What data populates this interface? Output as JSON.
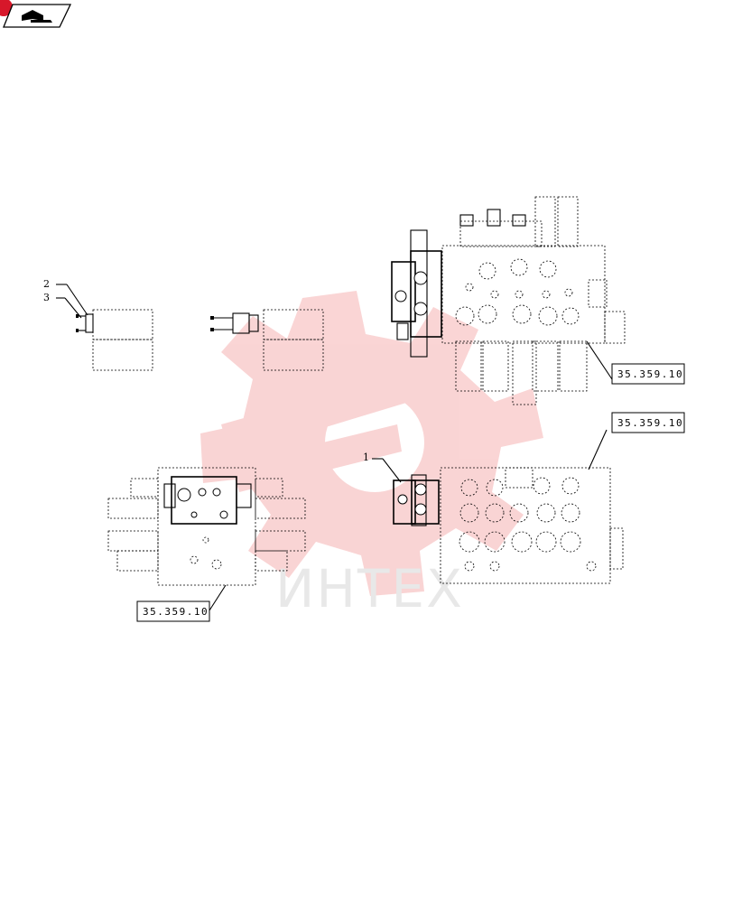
{
  "watermark": {
    "text": "ИНТЕХ",
    "color": "#e8403f",
    "text_color": "#c9c9c9"
  },
  "corner_badge": {
    "icon": "book-hand-icon",
    "accent": "#d7172a"
  },
  "callouts": {
    "c1": "1",
    "c2": "2",
    "c3": "3"
  },
  "references": {
    "ref_top": "35.359.10",
    "ref_mid": "35.359.10",
    "ref_bottom": "35.359.10"
  }
}
